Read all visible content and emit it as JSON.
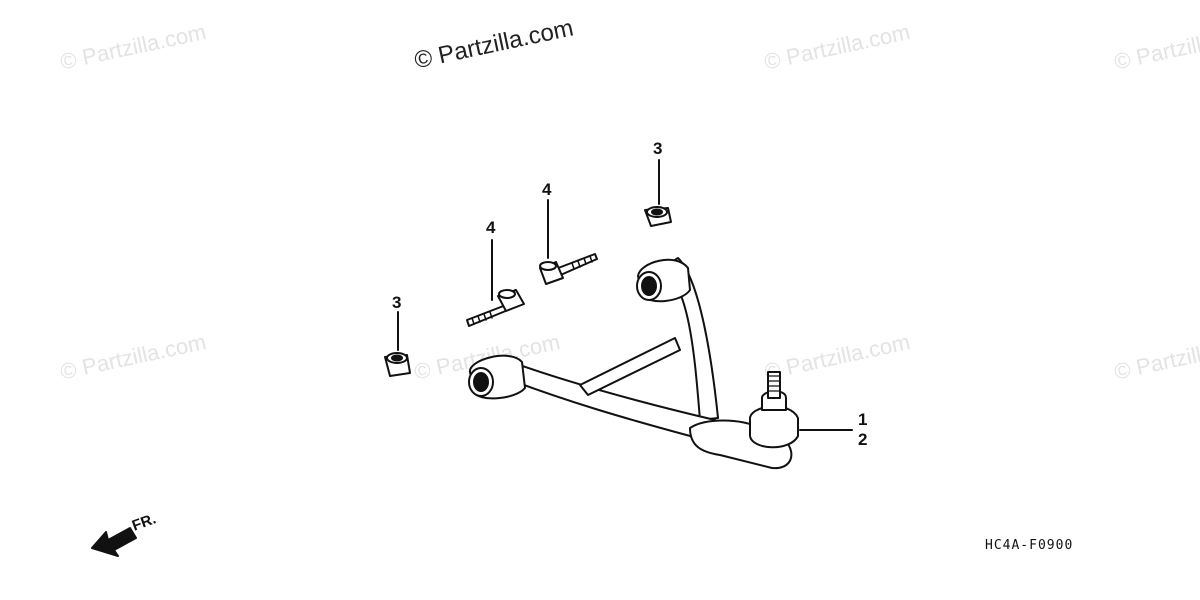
{
  "watermarks": {
    "main": "© Partzilla.com",
    "faint": "© Partzilla.com"
  },
  "callouts": {
    "nut_left": "3",
    "nut_right": "3",
    "bolt_left": "4",
    "bolt_right": "4",
    "arm": "1",
    "ball_joint": "2"
  },
  "direction_label": "FR.",
  "diagram_code": "HC4A-F0900"
}
